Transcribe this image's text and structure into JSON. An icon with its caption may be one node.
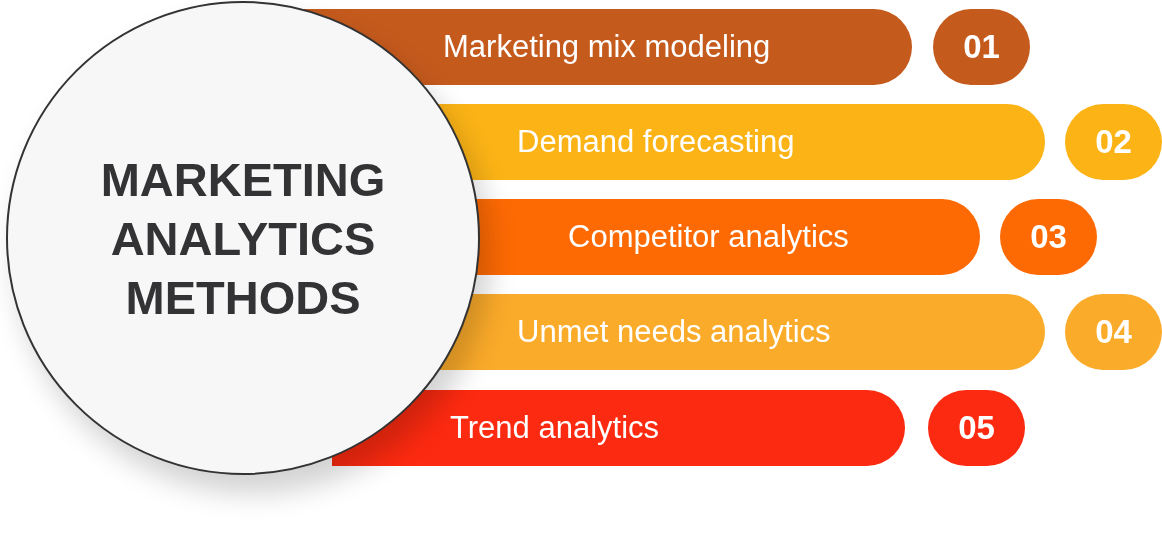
{
  "diagram": {
    "nodes": [
      {
        "text": [
          "MARKETING ANALYTICS METHODS"
        ]
      },
      {
        "text": [
          "Marketing mix modeling"
        ]
      },
      {
        "text": [
          "01"
        ]
      },
      {
        "text": [
          "Demand forecasting"
        ]
      },
      {
        "text": [
          "02"
        ]
      },
      {
        "text": [
          "Competitor analytics"
        ]
      },
      {
        "text": [
          "03"
        ]
      },
      {
        "text": [
          "Unmet needs analytics"
        ]
      },
      {
        "text": [
          "04"
        ]
      },
      {
        "text": [
          "Trend analytics"
        ]
      },
      {
        "text": [
          "05"
        ]
      }
    ]
  }
}
